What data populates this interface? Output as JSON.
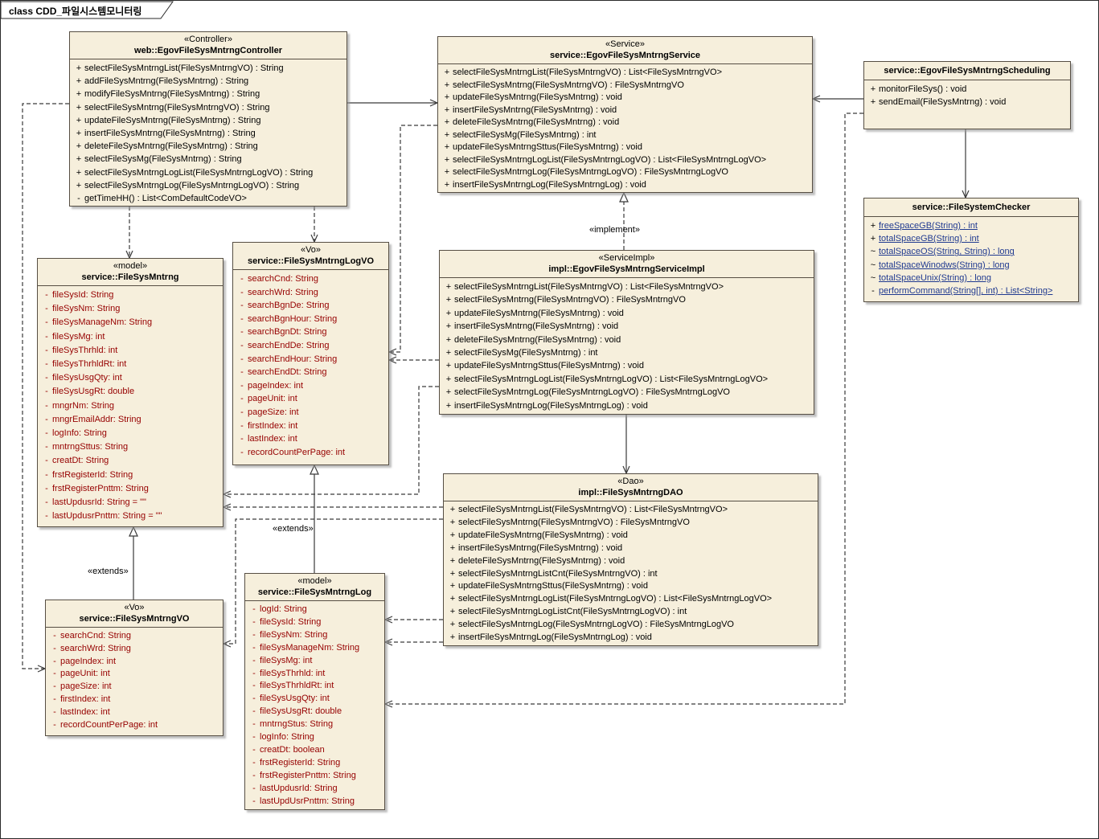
{
  "frame": {
    "title": "class CDD_파일시스템모니터링"
  },
  "labels": {
    "extends_left": "«extends»",
    "extends_mid": "«extends»",
    "implement": "«implement»"
  },
  "colors": {
    "box_fill": "#F6EFDC",
    "box_border": "#564E43",
    "attr_text": "#960000",
    "method_text": "#000000",
    "static_text": "#203A90",
    "line_color": "#3A3A3A"
  },
  "classes": {
    "controller": {
      "stereotype": "«Controller»",
      "name": "web::EgovFileSysMntrngController",
      "methods": [
        {
          "v": "+",
          "t": "selectFileSysMntrngList(FileSysMntrngVO) : String"
        },
        {
          "v": "+",
          "t": "addFileSysMntrng(FileSysMntrng) : String"
        },
        {
          "v": "+",
          "t": "modifyFileSysMntrng(FileSysMntrng) : String"
        },
        {
          "v": "+",
          "t": "selectFileSysMntrng(FileSysMntrngVO) : String"
        },
        {
          "v": "+",
          "t": "updateFileSysMntrng(FileSysMntrng) : String"
        },
        {
          "v": "+",
          "t": "insertFileSysMntrng(FileSysMntrng) : String"
        },
        {
          "v": "+",
          "t": "deleteFileSysMntrng(FileSysMntrng) : String"
        },
        {
          "v": "+",
          "t": "selectFileSysMg(FileSysMntrng) : String"
        },
        {
          "v": "+",
          "t": "selectFileSysMntrngLogList(FileSysMntrngLogVO) : String"
        },
        {
          "v": "+",
          "t": "selectFileSysMntrngLog(FileSysMntrngLogVO) : String"
        },
        {
          "v": "-",
          "t": "getTimeHH() : List<ComDefaultCodeVO>"
        }
      ]
    },
    "service": {
      "stereotype": "«Service»",
      "name": "service::EgovFileSysMntrngService",
      "methods": [
        {
          "v": "+",
          "t": "selectFileSysMntrngList(FileSysMntrngVO) : List<FileSysMntrngVO>"
        },
        {
          "v": "+",
          "t": "selectFileSysMntrng(FileSysMntrngVO) : FileSysMntrngVO"
        },
        {
          "v": "+",
          "t": "updateFileSysMntrng(FileSysMntrng) : void"
        },
        {
          "v": "+",
          "t": "insertFileSysMntrng(FileSysMntrng) : void"
        },
        {
          "v": "+",
          "t": "deleteFileSysMntrng(FileSysMntrng) : void"
        },
        {
          "v": "+",
          "t": "selectFileSysMg(FileSysMntrng) : int"
        },
        {
          "v": "+",
          "t": "updateFileSysMntrngSttus(FileSysMntrng) : void"
        },
        {
          "v": "+",
          "t": "selectFileSysMntrngLogList(FileSysMntrngLogVO) : List<FileSysMntrngLogVO>"
        },
        {
          "v": "+",
          "t": "selectFileSysMntrngLog(FileSysMntrngLogVO) : FileSysMntrngLogVO"
        },
        {
          "v": "+",
          "t": "insertFileSysMntrngLog(FileSysMntrngLog) : void"
        }
      ]
    },
    "scheduling": {
      "name": "service::EgovFileSysMntrngScheduling",
      "methods": [
        {
          "v": "+",
          "t": "monitorFileSys() : void"
        },
        {
          "v": "+",
          "t": "sendEmail(FileSysMntrng) : void"
        }
      ]
    },
    "checker": {
      "name": "service::FileSystemChecker",
      "methods": [
        {
          "v": "+",
          "t": "freeSpaceGB(String) : int",
          "u": true
        },
        {
          "v": "+",
          "t": "totalSpaceGB(String) : int",
          "u": true
        },
        {
          "v": "~",
          "t": "totalSpaceOS(String, String) : long",
          "u": true
        },
        {
          "v": "~",
          "t": "totalSpaceWinodws(String) : long",
          "u": true
        },
        {
          "v": "~",
          "t": "totalSpaceUnix(String) : long",
          "u": true
        },
        {
          "v": "-",
          "t": "performCommand(String[], int) : List<String>",
          "u": true
        }
      ]
    },
    "mntrng": {
      "stereotype": "«model»",
      "name": "service::FileSysMntrng",
      "attributes": [
        {
          "v": "-",
          "t": "fileSysId: String"
        },
        {
          "v": "-",
          "t": "fileSysNm: String"
        },
        {
          "v": "-",
          "t": "fileSysManageNm: String"
        },
        {
          "v": "-",
          "t": "fileSysMg: int"
        },
        {
          "v": "-",
          "t": "fileSysThrhld: int"
        },
        {
          "v": "-",
          "t": "fileSysThrhldRt: int"
        },
        {
          "v": "-",
          "t": "fileSysUsgQty: int"
        },
        {
          "v": "-",
          "t": "fileSysUsgRt: double"
        },
        {
          "v": "-",
          "t": "mngrNm: String"
        },
        {
          "v": "-",
          "t": "mngrEmailAddr: String"
        },
        {
          "v": "-",
          "t": "logInfo: String"
        },
        {
          "v": "-",
          "t": "mntrngSttus: String"
        },
        {
          "v": "-",
          "t": "creatDt: String"
        },
        {
          "v": "-",
          "t": "frstRegisterId: String"
        },
        {
          "v": "-",
          "t": "frstRegisterPnttm: String"
        },
        {
          "v": "-",
          "t": "lastUpdusrId: String = \"\""
        },
        {
          "v": "-",
          "t": "lastUpdusrPnttm: String = \"\""
        }
      ]
    },
    "logvo": {
      "stereotype": "«Vo»",
      "name": "service::FileSysMntrngLogVO",
      "attributes": [
        {
          "v": "-",
          "t": "searchCnd: String"
        },
        {
          "v": "-",
          "t": "searchWrd: String"
        },
        {
          "v": "-",
          "t": "searchBgnDe: String"
        },
        {
          "v": "-",
          "t": "searchBgnHour: String"
        },
        {
          "v": "-",
          "t": "searchBgnDt: String"
        },
        {
          "v": "-",
          "t": "searchEndDe: String"
        },
        {
          "v": "-",
          "t": "searchEndHour: String"
        },
        {
          "v": "-",
          "t": "searchEndDt: String"
        },
        {
          "v": "-",
          "t": "pageIndex: int"
        },
        {
          "v": "-",
          "t": "pageUnit: int"
        },
        {
          "v": "-",
          "t": "pageSize: int"
        },
        {
          "v": "-",
          "t": "firstIndex: int"
        },
        {
          "v": "-",
          "t": "lastIndex: int"
        },
        {
          "v": "-",
          "t": "recordCountPerPage: int"
        }
      ]
    },
    "serviceimpl": {
      "stereotype": "«ServiceImpl»",
      "name": "impl::EgovFileSysMntrngServiceImpl",
      "methods": [
        {
          "v": "+",
          "t": "selectFileSysMntrngList(FileSysMntrngVO) : List<FileSysMntrngVO>"
        },
        {
          "v": "+",
          "t": "selectFileSysMntrng(FileSysMntrngVO) : FileSysMntrngVO"
        },
        {
          "v": "+",
          "t": "updateFileSysMntrng(FileSysMntrng) : void"
        },
        {
          "v": "+",
          "t": "insertFileSysMntrng(FileSysMntrng) : void"
        },
        {
          "v": "+",
          "t": "deleteFileSysMntrng(FileSysMntrng) : void"
        },
        {
          "v": "+",
          "t": "selectFileSysMg(FileSysMntrng) : int"
        },
        {
          "v": "+",
          "t": "updateFileSysMntrngSttus(FileSysMntrng) : void"
        },
        {
          "v": "+",
          "t": "selectFileSysMntrngLogList(FileSysMntrngLogVO) : List<FileSysMntrngLogVO>"
        },
        {
          "v": "+",
          "t": "selectFileSysMntrngLog(FileSysMntrngLogVO) : FileSysMntrngLogVO"
        },
        {
          "v": "+",
          "t": "insertFileSysMntrngLog(FileSysMntrngLog) : void"
        }
      ]
    },
    "dao": {
      "stereotype": "«Dao»",
      "name": "impl::FileSysMntrngDAO",
      "methods": [
        {
          "v": "+",
          "t": "selectFileSysMntrngList(FileSysMntrngVO) : List<FileSysMntrngVO>"
        },
        {
          "v": "+",
          "t": "selectFileSysMntrng(FileSysMntrngVO) : FileSysMntrngVO"
        },
        {
          "v": "+",
          "t": "updateFileSysMntrng(FileSysMntrng) : void"
        },
        {
          "v": "+",
          "t": "insertFileSysMntrng(FileSysMntrng) : void"
        },
        {
          "v": "+",
          "t": "deleteFileSysMntrng(FileSysMntrng) : void"
        },
        {
          "v": "+",
          "t": "selectFileSysMntrngListCnt(FileSysMntrngVO) : int"
        },
        {
          "v": "+",
          "t": "updateFileSysMntrngSttus(FileSysMntrng) : void"
        },
        {
          "v": "+",
          "t": "selectFileSysMntrngLogList(FileSysMntrngLogVO) : List<FileSysMntrngLogVO>"
        },
        {
          "v": "+",
          "t": "selectFileSysMntrngLogListCnt(FileSysMntrngLogVO) : int"
        },
        {
          "v": "+",
          "t": "selectFileSysMntrngLog(FileSysMntrngLogVO) : FileSysMntrngLogVO"
        },
        {
          "v": "+",
          "t": "insertFileSysMntrngLog(FileSysMntrngLog) : void"
        }
      ]
    },
    "vo": {
      "stereotype": "«Vo»",
      "name": "service::FileSysMntrngVO",
      "attributes": [
        {
          "v": "-",
          "t": "searchCnd: String"
        },
        {
          "v": "-",
          "t": "searchWrd: String"
        },
        {
          "v": "-",
          "t": "pageIndex: int"
        },
        {
          "v": "-",
          "t": "pageUnit: int"
        },
        {
          "v": "-",
          "t": "pageSize: int"
        },
        {
          "v": "-",
          "t": "firstIndex: int"
        },
        {
          "v": "-",
          "t": "lastIndex: int"
        },
        {
          "v": "-",
          "t": "recordCountPerPage: int"
        }
      ]
    },
    "log": {
      "stereotype": "«model»",
      "name": "service::FileSysMntrngLog",
      "attributes": [
        {
          "v": "-",
          "t": "logId: String"
        },
        {
          "v": "-",
          "t": "fileSysId: String"
        },
        {
          "v": "-",
          "t": "fileSysNm: String"
        },
        {
          "v": "-",
          "t": "fileSysManageNm: String"
        },
        {
          "v": "-",
          "t": "fileSysMg: int"
        },
        {
          "v": "-",
          "t": "fileSysThrhld: int"
        },
        {
          "v": "-",
          "t": "fileSysThrhldRt: int"
        },
        {
          "v": "-",
          "t": "fileSysUsgQty: int"
        },
        {
          "v": "-",
          "t": "fileSysUsgRt: double"
        },
        {
          "v": "-",
          "t": "mntrngStus: String"
        },
        {
          "v": "-",
          "t": "logInfo: String"
        },
        {
          "v": "-",
          "t": "creatDt: boolean"
        },
        {
          "v": "-",
          "t": "frstRegisterId: String"
        },
        {
          "v": "-",
          "t": "frstRegisterPnttm: String"
        },
        {
          "v": "-",
          "t": "lastUpdusrId: String"
        },
        {
          "v": "-",
          "t": "lastUpdUsrPnttm: String"
        }
      ]
    }
  }
}
